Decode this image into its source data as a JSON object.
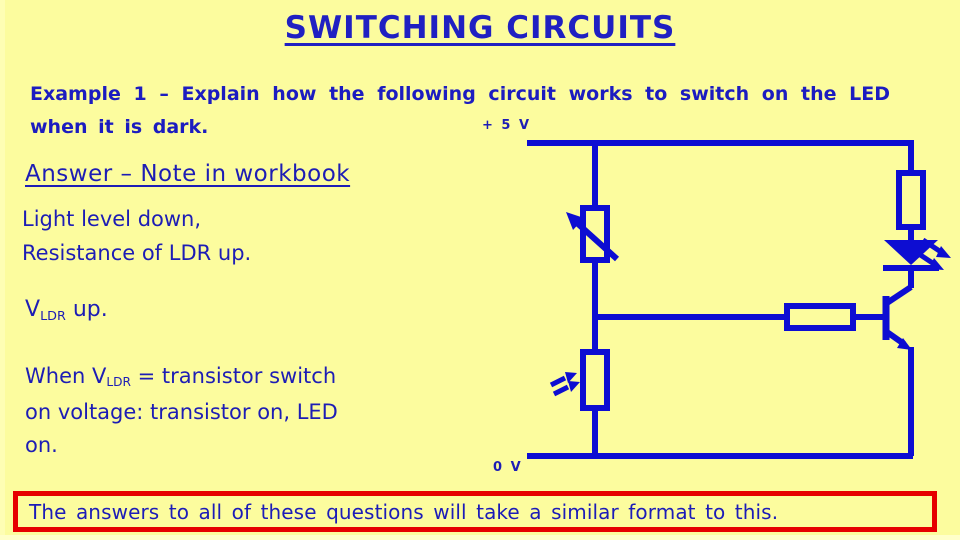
{
  "slide": {
    "title": "SWITCHING CIRCUITS",
    "example": {
      "line1": "Example 1 – Explain how the following circuit works to switch on the LED",
      "line2": "when it is dark."
    },
    "answer_heading": "Answer – Note in workbook",
    "point1_line1": "Light level down,",
    "point1_line2": "Resistance of LDR up.",
    "vldr": {
      "base": "V",
      "sub": "LDR",
      "rest": " up."
    },
    "when": {
      "pre": "When V",
      "sub": "LDR",
      "rest": " = transistor switch",
      "line2": "on voltage: transistor on, LED",
      "line3": "on."
    },
    "footer": "The answers to all of these questions will take a similar format to this."
  },
  "circuit": {
    "top_label": "+ 5 V",
    "bottom_label": "0 V",
    "components": [
      "variable-resistor",
      "ldr",
      "base-resistor",
      "npn-transistor",
      "collector-resistor",
      "led"
    ],
    "colors": {
      "background": "#fcfc9e",
      "line_blue": "#0d0dd2",
      "text_blue": "#1d1db5",
      "footer_border_red": "#e60000"
    }
  }
}
